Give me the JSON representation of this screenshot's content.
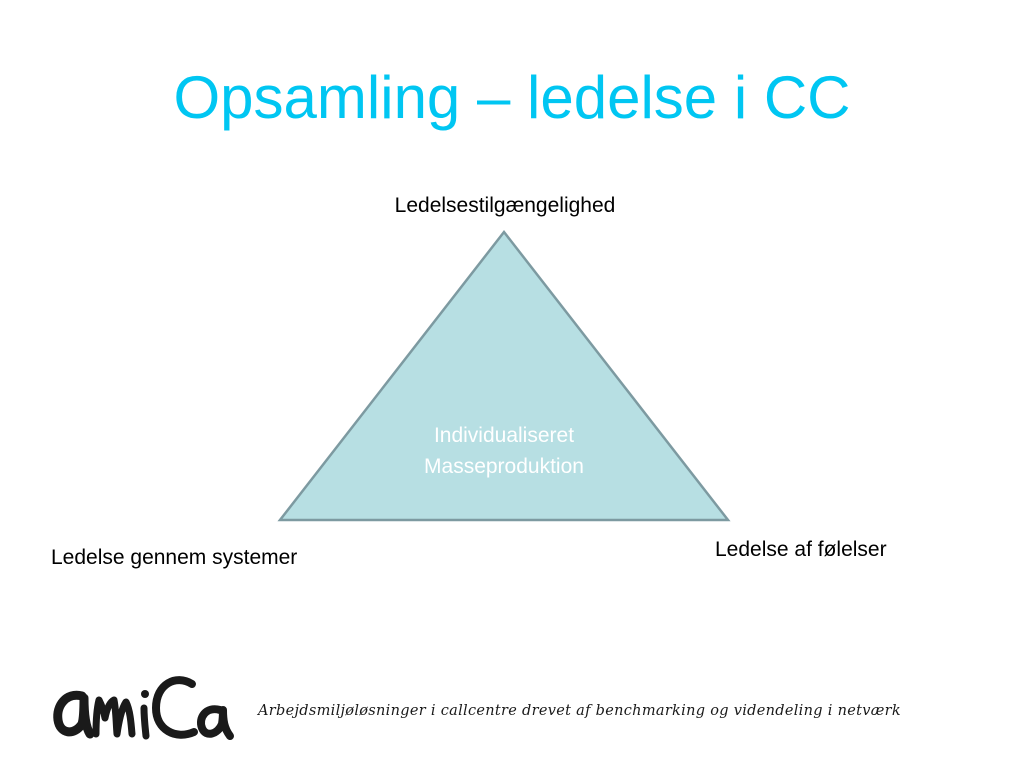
{
  "slide": {
    "title": "Opsamling – ledelse i CC"
  },
  "diagram": {
    "top_label": "Ledelsestilgængelighed",
    "left_label": "Ledelse gennem systemer",
    "right_label": "Ledelse af følelser",
    "center_line_1": "Individualiseret",
    "center_line_2": "Masseproduktion",
    "fill_color": "#b7dfe3",
    "stroke_color": "#7d9aa1"
  },
  "footer": {
    "logo_text": "amica",
    "tagline": "Arbejdsmiljøløsninger i callcentre drevet af benchmarking og videndeling i netværk"
  }
}
